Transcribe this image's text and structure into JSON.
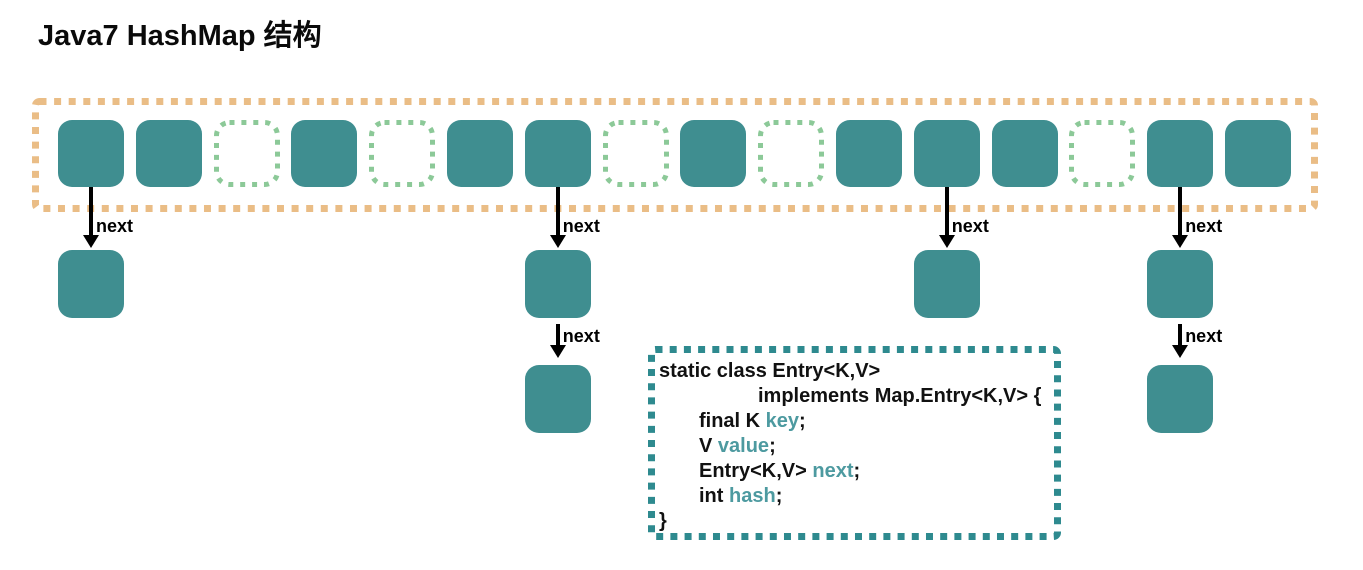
{
  "title": "Java7 HashMap 结构",
  "colors": {
    "bucket_filled": "#3F8E90",
    "bucket_empty_border": "#8CC998",
    "array_border": "#EABD86",
    "code_border": "#2E8A8F",
    "code_keyword": "#4D9AA0",
    "text": "#111111",
    "arrow": "#000000"
  },
  "bucket_array": {
    "slot_count": 16,
    "slots": [
      "filled",
      "filled",
      "empty",
      "filled",
      "empty",
      "filled",
      "filled",
      "empty",
      "filled",
      "empty",
      "filled",
      "filled",
      "filled",
      "empty",
      "filled",
      "filled"
    ]
  },
  "chains": [
    {
      "slot_index": 0,
      "nodes": 1,
      "link_label": "next"
    },
    {
      "slot_index": 6,
      "nodes": 2,
      "link_label": "next"
    },
    {
      "slot_index": 11,
      "nodes": 1,
      "link_label": "next"
    },
    {
      "slot_index": 14,
      "nodes": 2,
      "link_label": "next"
    }
  ],
  "code_box": {
    "lines": [
      {
        "indent": 0,
        "segments": [
          {
            "text": "static class Entry<K,V>",
            "color": "text"
          }
        ]
      },
      {
        "indent": 99,
        "segments": [
          {
            "text": "implements Map.Entry<K,V> {",
            "color": "text"
          }
        ]
      },
      {
        "indent": 40,
        "segments": [
          {
            "text": "final K ",
            "color": "text"
          },
          {
            "text": "key",
            "color": "keyword"
          },
          {
            "text": ";",
            "color": "text"
          }
        ]
      },
      {
        "indent": 40,
        "segments": [
          {
            "text": "V ",
            "color": "text"
          },
          {
            "text": "value",
            "color": "keyword"
          },
          {
            "text": ";",
            "color": "text"
          }
        ]
      },
      {
        "indent": 40,
        "segments": [
          {
            "text": "Entry<K,V> ",
            "color": "text"
          },
          {
            "text": "next",
            "color": "keyword"
          },
          {
            "text": ";",
            "color": "text"
          }
        ]
      },
      {
        "indent": 40,
        "segments": [
          {
            "text": "int ",
            "color": "text"
          },
          {
            "text": "hash",
            "color": "keyword"
          },
          {
            "text": ";",
            "color": "text"
          }
        ]
      },
      {
        "indent": 0,
        "segments": [
          {
            "text": "}",
            "color": "text"
          }
        ]
      }
    ]
  }
}
